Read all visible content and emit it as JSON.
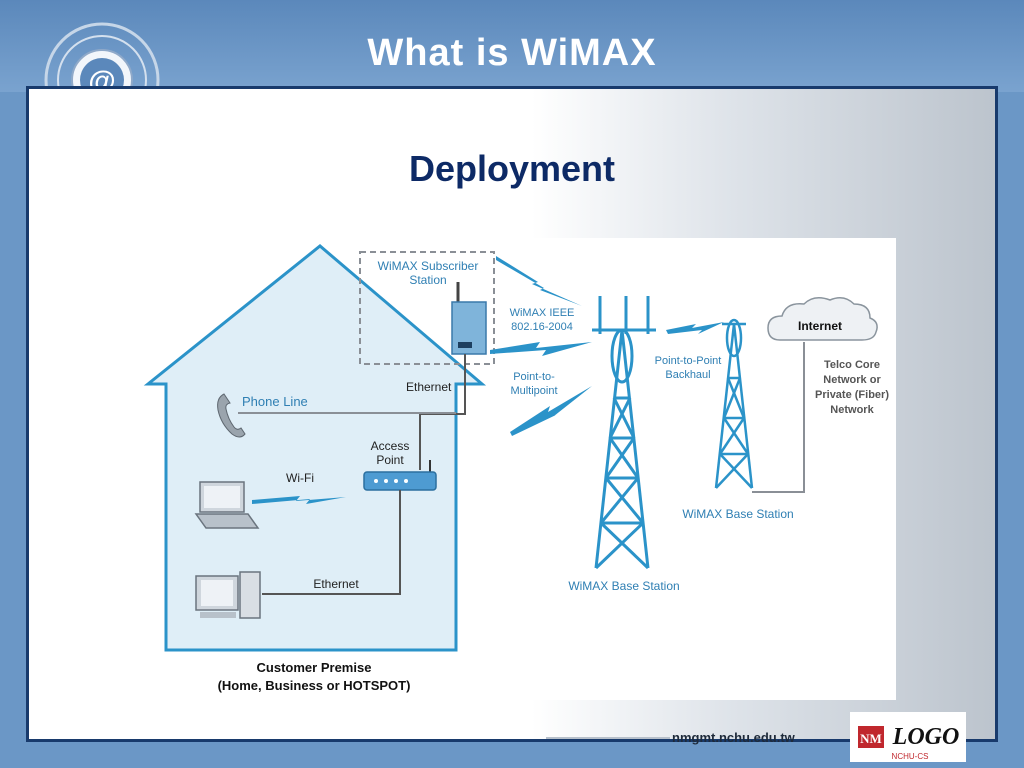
{
  "slide": {
    "title": "What is WiMAX",
    "subtitle": "Deployment",
    "footer": "nmgmt.nchu.edu.tw",
    "logo_glyph": "@",
    "bottom_logo": {
      "left": "NM",
      "main": "LOGO",
      "caption": "NCHU-CS"
    }
  },
  "diagram": {
    "subscriber_station": [
      "WiMAX Subscriber",
      "Station"
    ],
    "ieee_label": [
      "WiMAX IEEE",
      "802.16-2004"
    ],
    "ptmp_label": [
      "Point-to-",
      "Multipoint"
    ],
    "ptp_label": [
      "Point-to-Point",
      "Backhaul"
    ],
    "internet": "Internet",
    "telco": [
      "Telco Core",
      "Network or",
      "Private (Fiber)",
      "Network"
    ],
    "base_station_left": "WiMAX Base Station",
    "base_station_right": "WiMAX Base Station",
    "phone_line": "Phone Line",
    "ethernet_top": "Ethernet",
    "access_point": [
      "Access",
      "Point"
    ],
    "wifi": "Wi-Fi",
    "ethernet_bottom": "Ethernet",
    "customer_premise": [
      "Customer Premise",
      "(Home, Business or HOTSPOT)"
    ]
  }
}
